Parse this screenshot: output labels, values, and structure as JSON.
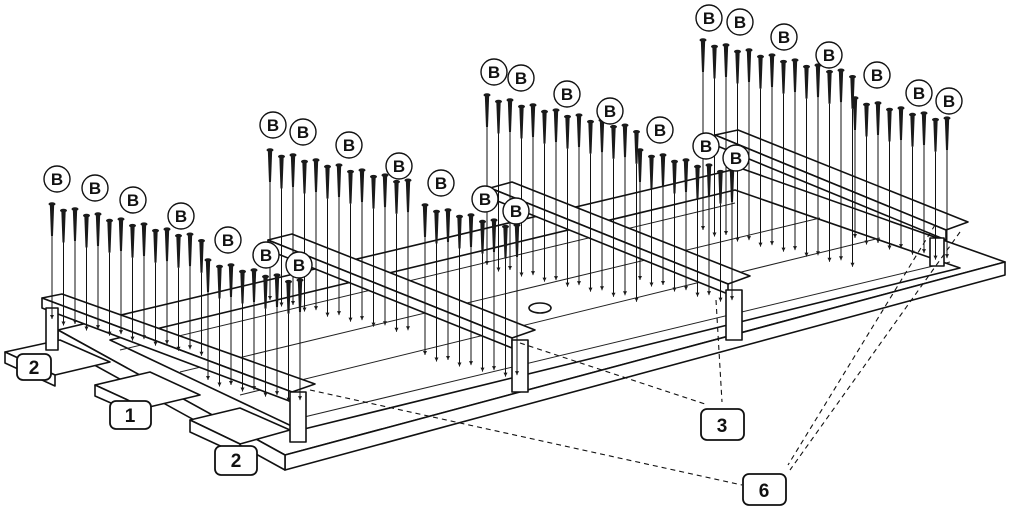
{
  "diagram": {
    "screw_callout_label": "B",
    "part_labels": {
      "left_upper_plank": "2",
      "middle_plank": "1",
      "left_lower_plank": "2",
      "crossbeams": "3",
      "back_rail": "6"
    },
    "colors": {
      "line": "#111111",
      "background": "#ffffff"
    }
  }
}
